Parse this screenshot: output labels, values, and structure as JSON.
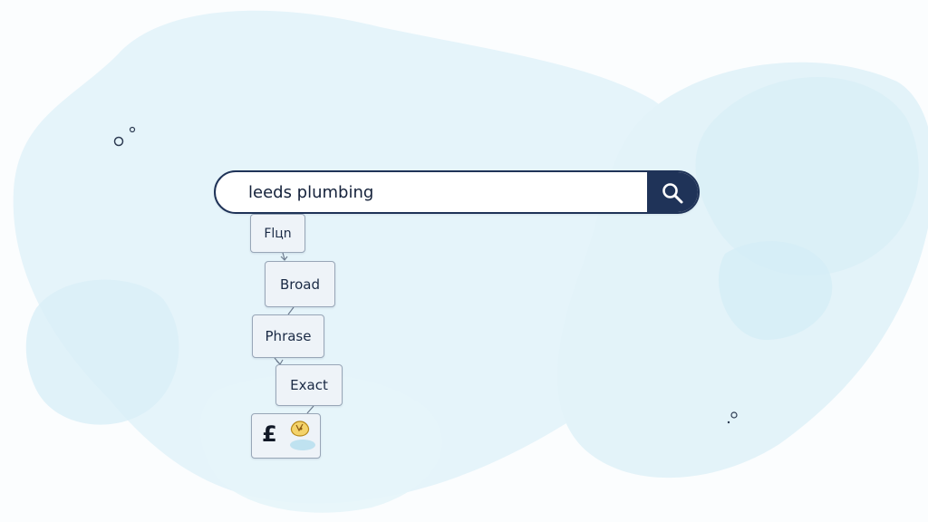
{
  "search": {
    "value": "leeds plumbing",
    "button_icon": "search-icon"
  },
  "match_types": [
    {
      "label": "Flцn"
    },
    {
      "label": "Broad"
    },
    {
      "label": "Phrase"
    },
    {
      "label": "Exact"
    }
  ],
  "budget": {
    "symbol": "£",
    "icon": "coin-bag-icon"
  },
  "colors": {
    "accent": "#1f3358",
    "background": "#fbfdfe",
    "blob": "#e3f3f9",
    "chip_fill": "#eef3f8",
    "chip_border": "#98a6b7"
  }
}
